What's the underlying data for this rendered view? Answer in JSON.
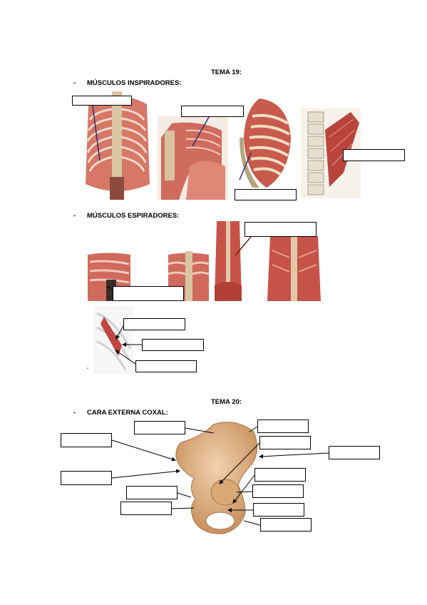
{
  "tema19": {
    "title": "TEMA 19:",
    "bullet": "-",
    "inspiradores": "MÚSCULOS INSPIRADORES:",
    "espiradores": "MÚSCULOS ESPIRADORES:"
  },
  "tema20": {
    "title": "TEMA 20:",
    "bullet": "-",
    "coxal": "CARA EXTERNA COXAL:"
  },
  "small_page_mark": "\""
}
